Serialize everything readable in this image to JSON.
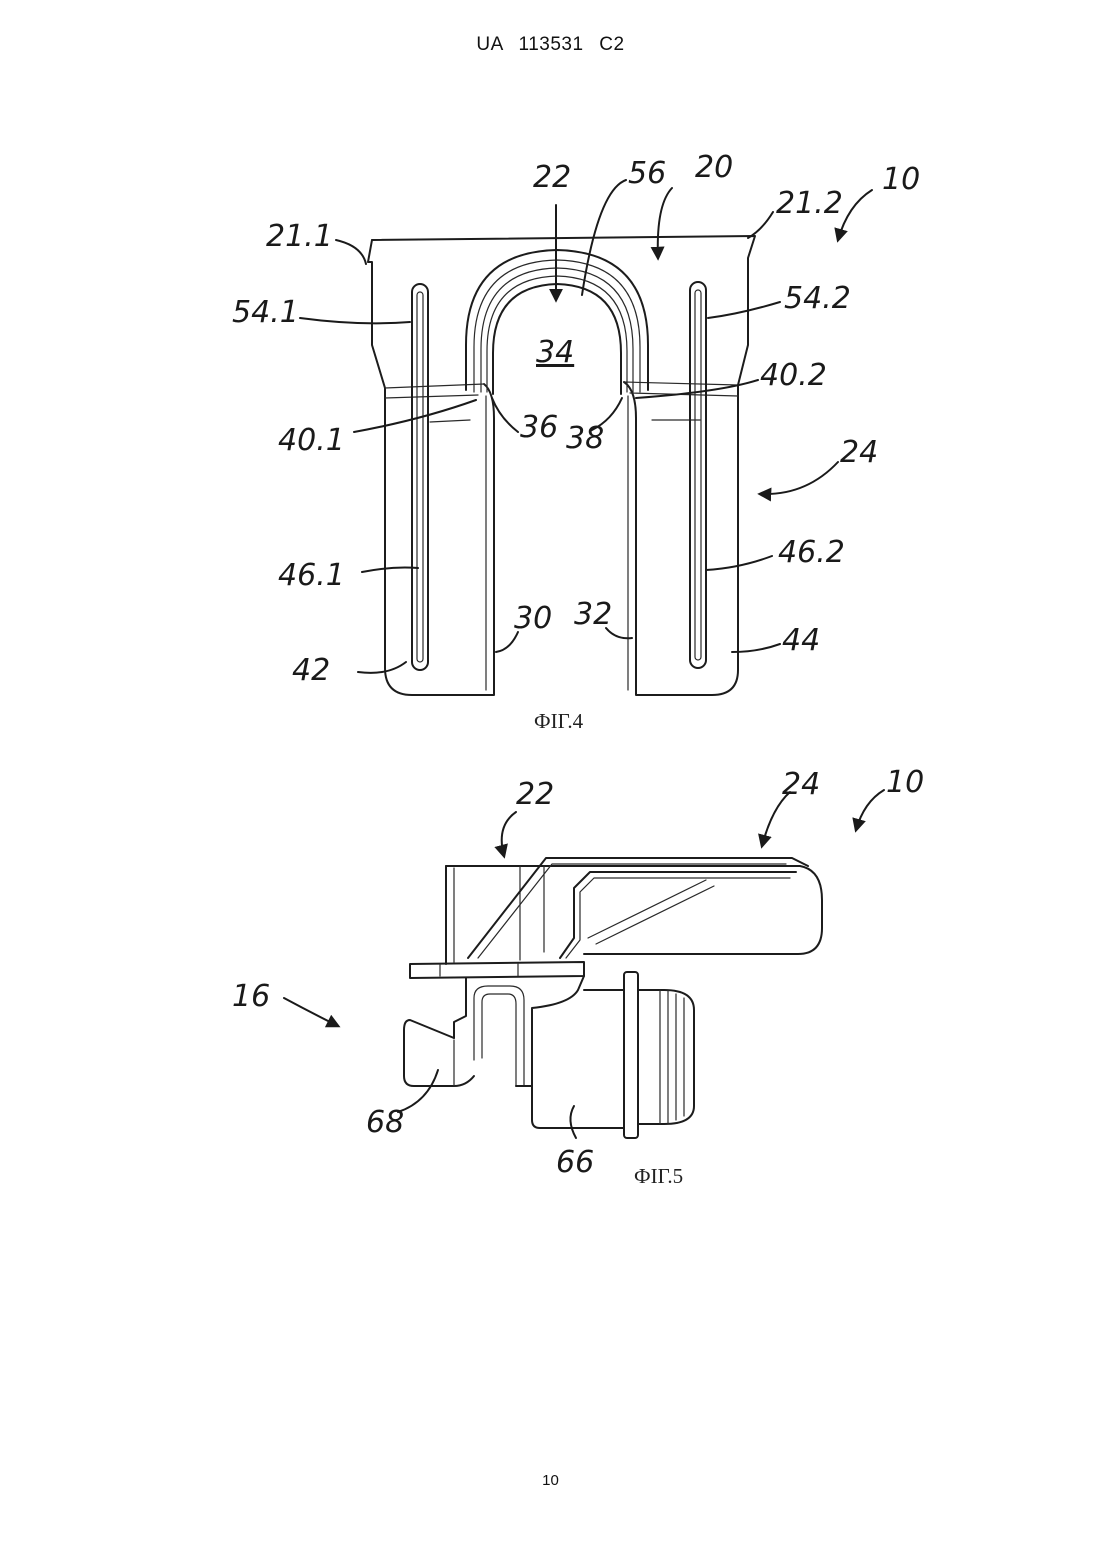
{
  "header": {
    "text": "UA   113531   C2"
  },
  "figure4": {
    "caption": "ФІГ.4",
    "labels": {
      "l22": "22",
      "l56": "56",
      "l20": "20",
      "l21_2": "21.2",
      "l10": "10",
      "l21_1": "21.1",
      "l54_1": "54.1",
      "l54_2": "54.2",
      "l34": "34",
      "l40_2": "40.2",
      "l40_1": "40.1",
      "l36": "36",
      "l38": "38",
      "l24": "24",
      "l46_1": "46.1",
      "l46_2": "46.2",
      "l30": "30",
      "l32": "32",
      "l42": "42",
      "l44": "44"
    }
  },
  "figure5": {
    "caption": "ФІГ.5",
    "labels": {
      "l22": "22",
      "l24": "24",
      "l10": "10",
      "l16": "16",
      "l68": "68",
      "l66": "66"
    }
  },
  "page_number": "10"
}
